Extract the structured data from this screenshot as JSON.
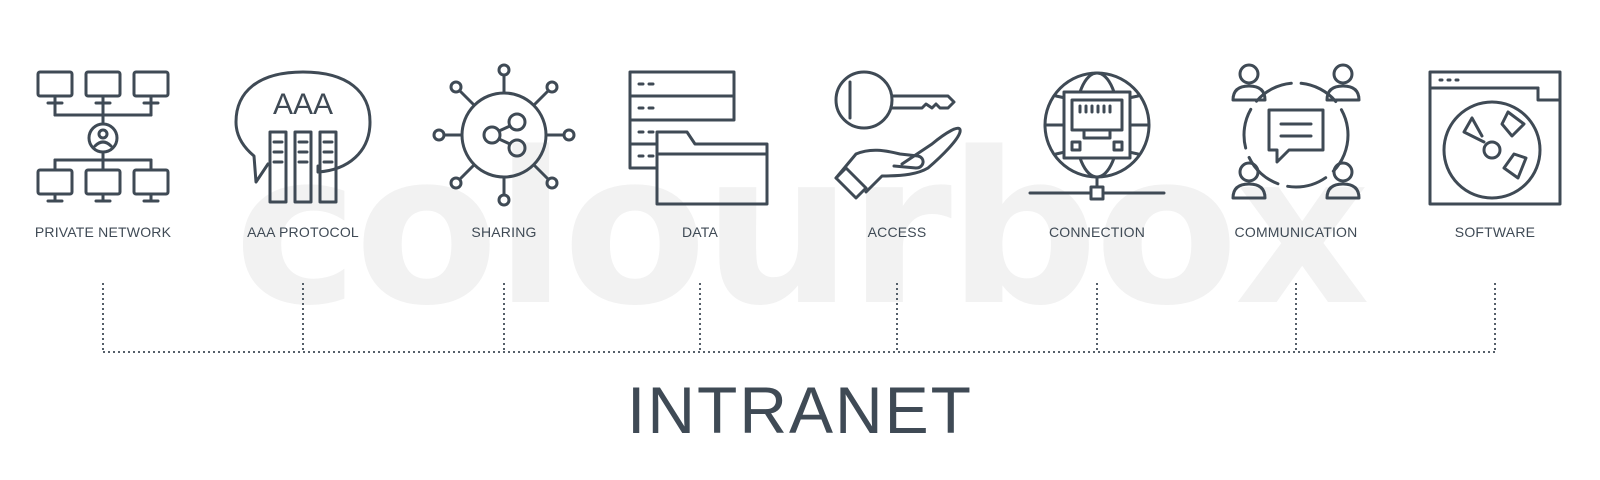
{
  "watermark": "colourbox",
  "title": "INTRANET",
  "accent_color": "#3f4a55",
  "items": [
    {
      "label": "PRIVATE NETWORK",
      "icon": "private-network-icon"
    },
    {
      "label": "AAA PROTOCOL",
      "icon": "aaa-protocol-icon",
      "icon_text": "AAA"
    },
    {
      "label": "SHARING",
      "icon": "sharing-icon"
    },
    {
      "label": "DATA",
      "icon": "data-icon"
    },
    {
      "label": "ACCESS",
      "icon": "access-icon"
    },
    {
      "label": "CONNECTION",
      "icon": "connection-icon"
    },
    {
      "label": "COMMUNICATION",
      "icon": "communication-icon"
    },
    {
      "label": "SOFTWARE",
      "icon": "software-icon"
    }
  ]
}
